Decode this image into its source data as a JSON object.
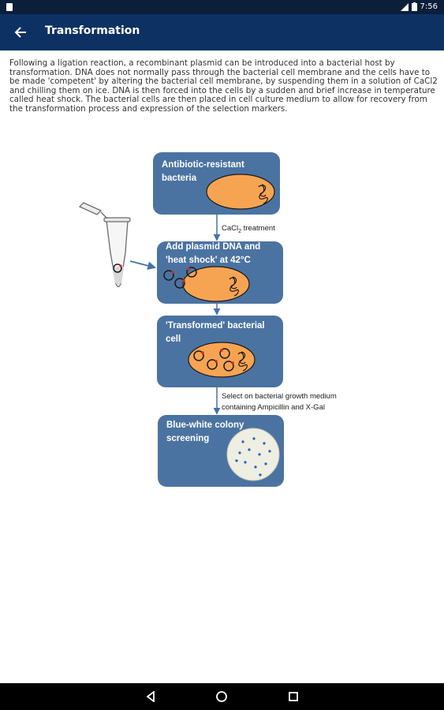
{
  "status_bar": {
    "time": "7:56"
  },
  "app_bar": {
    "title": "Transformation"
  },
  "intro_text": "Following a ligation reaction, a recombinant plasmid can be introduced into a bacterial host by transformation. DNA does not normally pass through the bacterial cell membrane and the cells have to be made 'competent' by altering the bacterial cell membrane, by suspending them in a solution of CaCl2 and chilling them on ice. DNA is then forced into the cells by a sudden and brief increase in temperature called heat shock. The bacterial cells are then placed in cell culture medium to allow for recovery from the transformation process and expression of the selection markers.",
  "diagram": {
    "steps": [
      {
        "line1": "Antibiotic-resistant",
        "line2": "bacteria"
      },
      {
        "line1": "Add plasmid DNA and",
        "line2": "'heat shock' at 42°C"
      },
      {
        "line1": "'Transformed' bacterial",
        "line2": "cell"
      },
      {
        "line1": "Blue-white colony",
        "line2": "screening"
      }
    ],
    "arrow1_label": {
      "prefix": "CaCl",
      "sub": "2",
      "suffix": " treatment"
    },
    "arrow3_label": {
      "line1": "Select on bacterial growth medium",
      "line2": "containing Ampicillin and X-Gal"
    }
  },
  "colors": {
    "app_bar": "#0e3163",
    "box_fill": "#4b73a1",
    "cell_fill": "#f7a452",
    "arrow": "#4472a8"
  }
}
